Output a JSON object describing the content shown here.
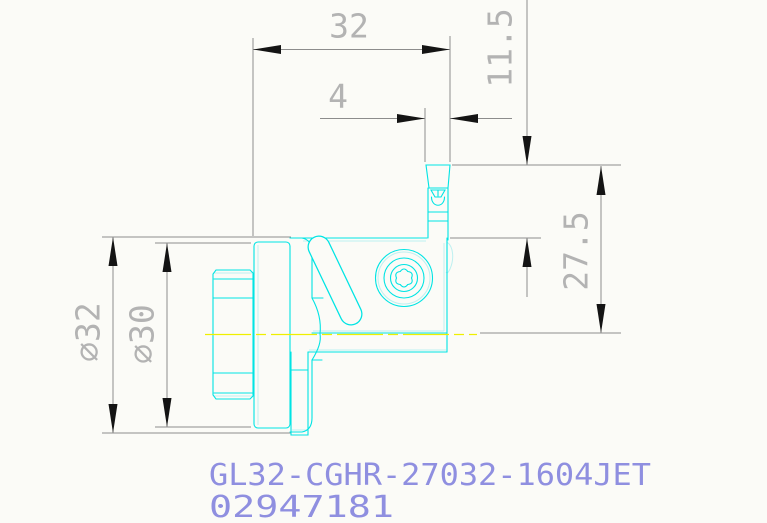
{
  "part_labels": {
    "line1": "GL32-CGHR-27032-1604JET",
    "line2": "02947181"
  },
  "dimensions": {
    "overall_width": "32",
    "insert_width": "4",
    "head_offset": "11.5",
    "head_height": "27.5",
    "flange_diameter": "∅32",
    "pilot_diameter": "∅30"
  },
  "colors": {
    "part_outline": "#00e4e4",
    "part_outline_light": "#bdf0f0",
    "centerline_yellow": "#efef00",
    "dimension_line_gray": "#8c8c8c",
    "dimension_text_gray": "#b3b3b3",
    "arrowhead_black": "#141414",
    "part_label_blue": "#8f8fe0",
    "background": "#fbfbf7"
  }
}
